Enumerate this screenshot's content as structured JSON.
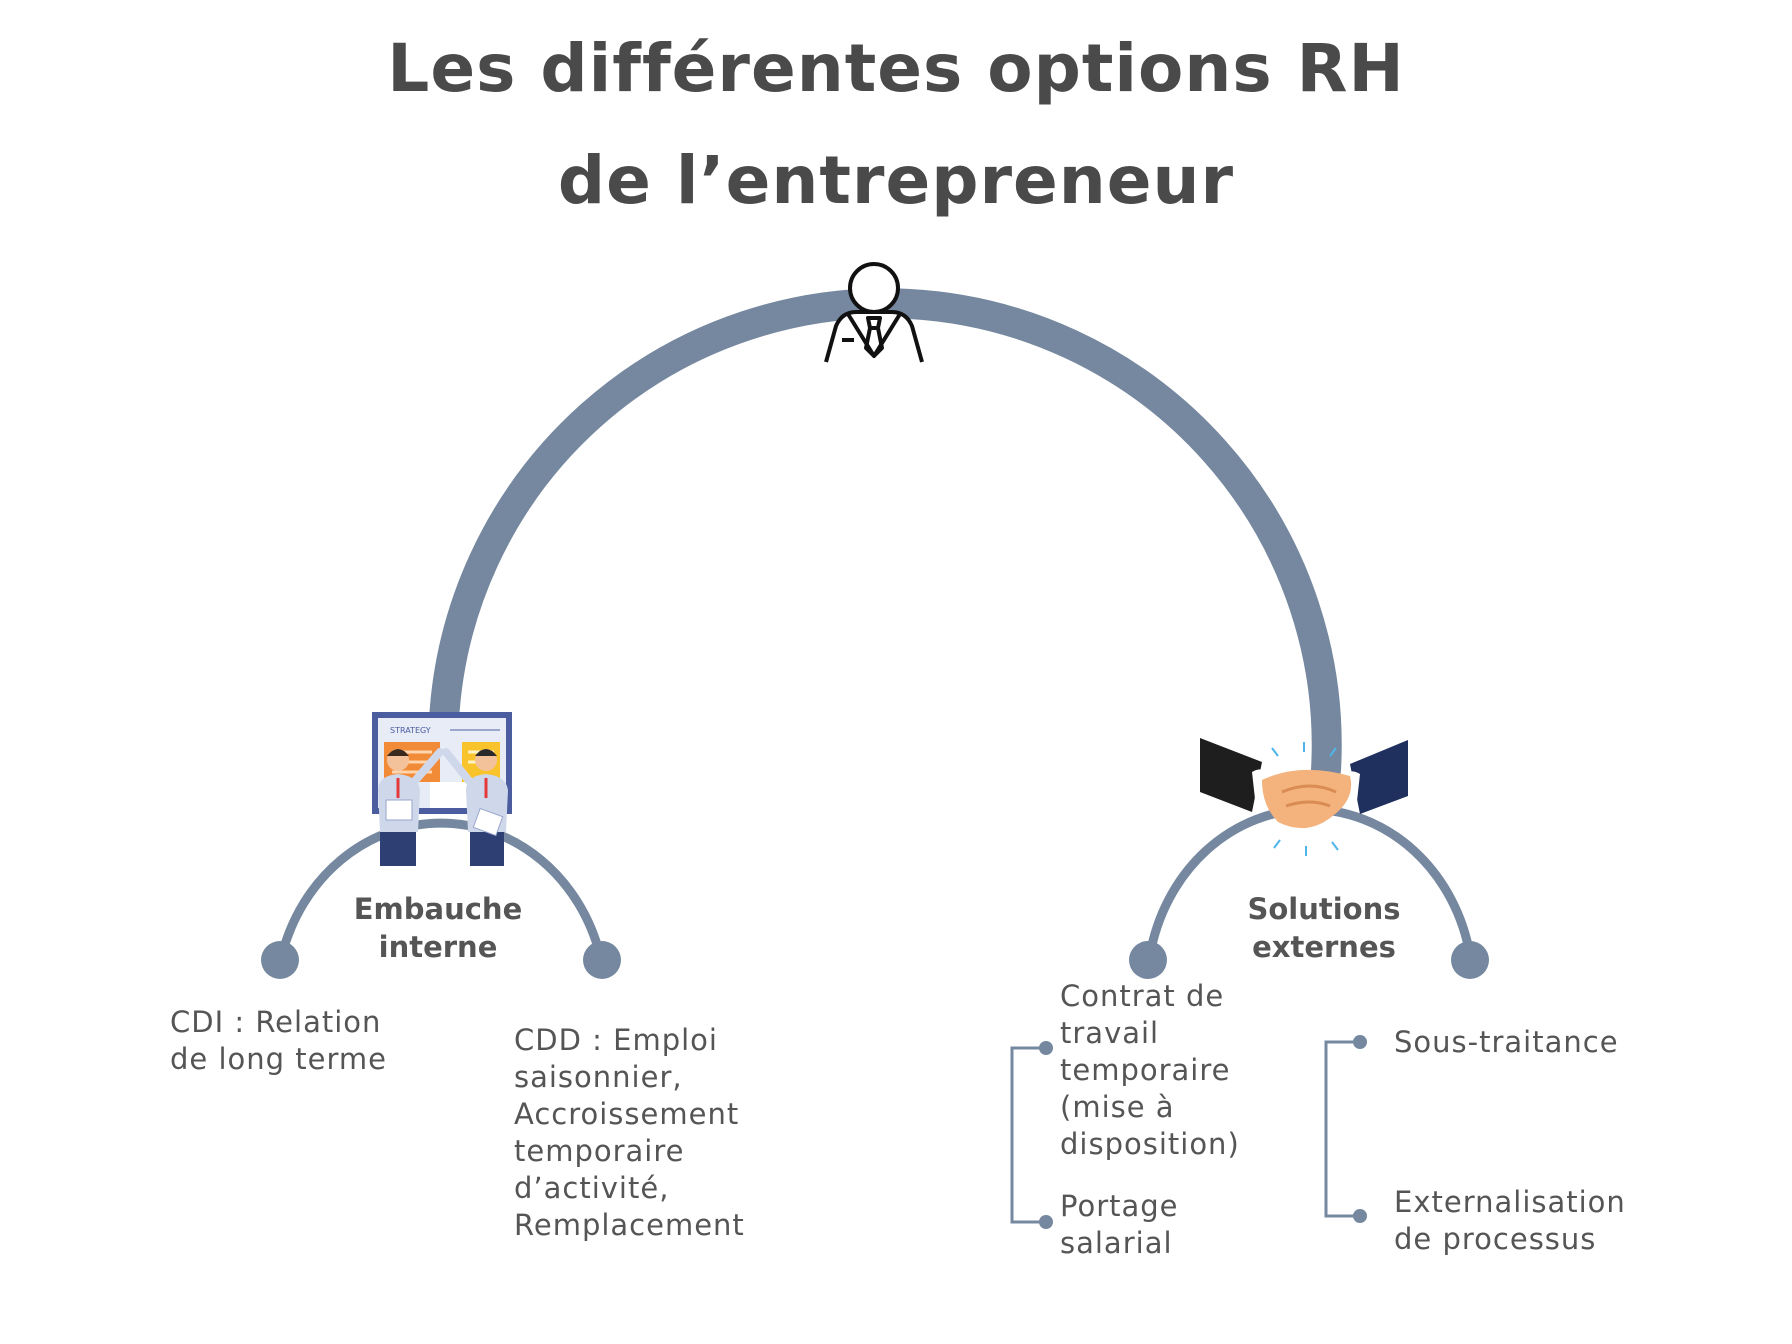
{
  "title": {
    "line1": "Les différentes options RH",
    "line2": "de l’entrepreneur"
  },
  "colors": {
    "arc": "#7588a0",
    "title": "#4a4a4a",
    "text": "#555555"
  },
  "icons": {
    "top": "businessman-icon",
    "left": "team-strategy-board-icon",
    "right": "handshake-icon"
  },
  "left_branch": {
    "label_line1": "Embauche",
    "label_line2": "interne",
    "board_text": "STRATEGY",
    "items": [
      {
        "lines": [
          "CDI : Relation",
          "de long terme"
        ]
      },
      {
        "lines": [
          "CDD : Emploi",
          "saisonnier,",
          "Accroissement",
          "temporaire",
          "d’activité,",
          "Remplacement"
        ]
      }
    ]
  },
  "right_branch": {
    "label_line1": "Solutions",
    "label_line2": "externes",
    "items": [
      {
        "lines": [
          "Contrat de",
          "travail",
          "temporaire",
          "(mise à",
          "disposition)"
        ]
      },
      {
        "lines": [
          "Portage",
          "salarial"
        ]
      },
      {
        "lines": [
          "Sous-traitance"
        ]
      },
      {
        "lines": [
          "Externalisation",
          "de processus"
        ]
      }
    ]
  }
}
